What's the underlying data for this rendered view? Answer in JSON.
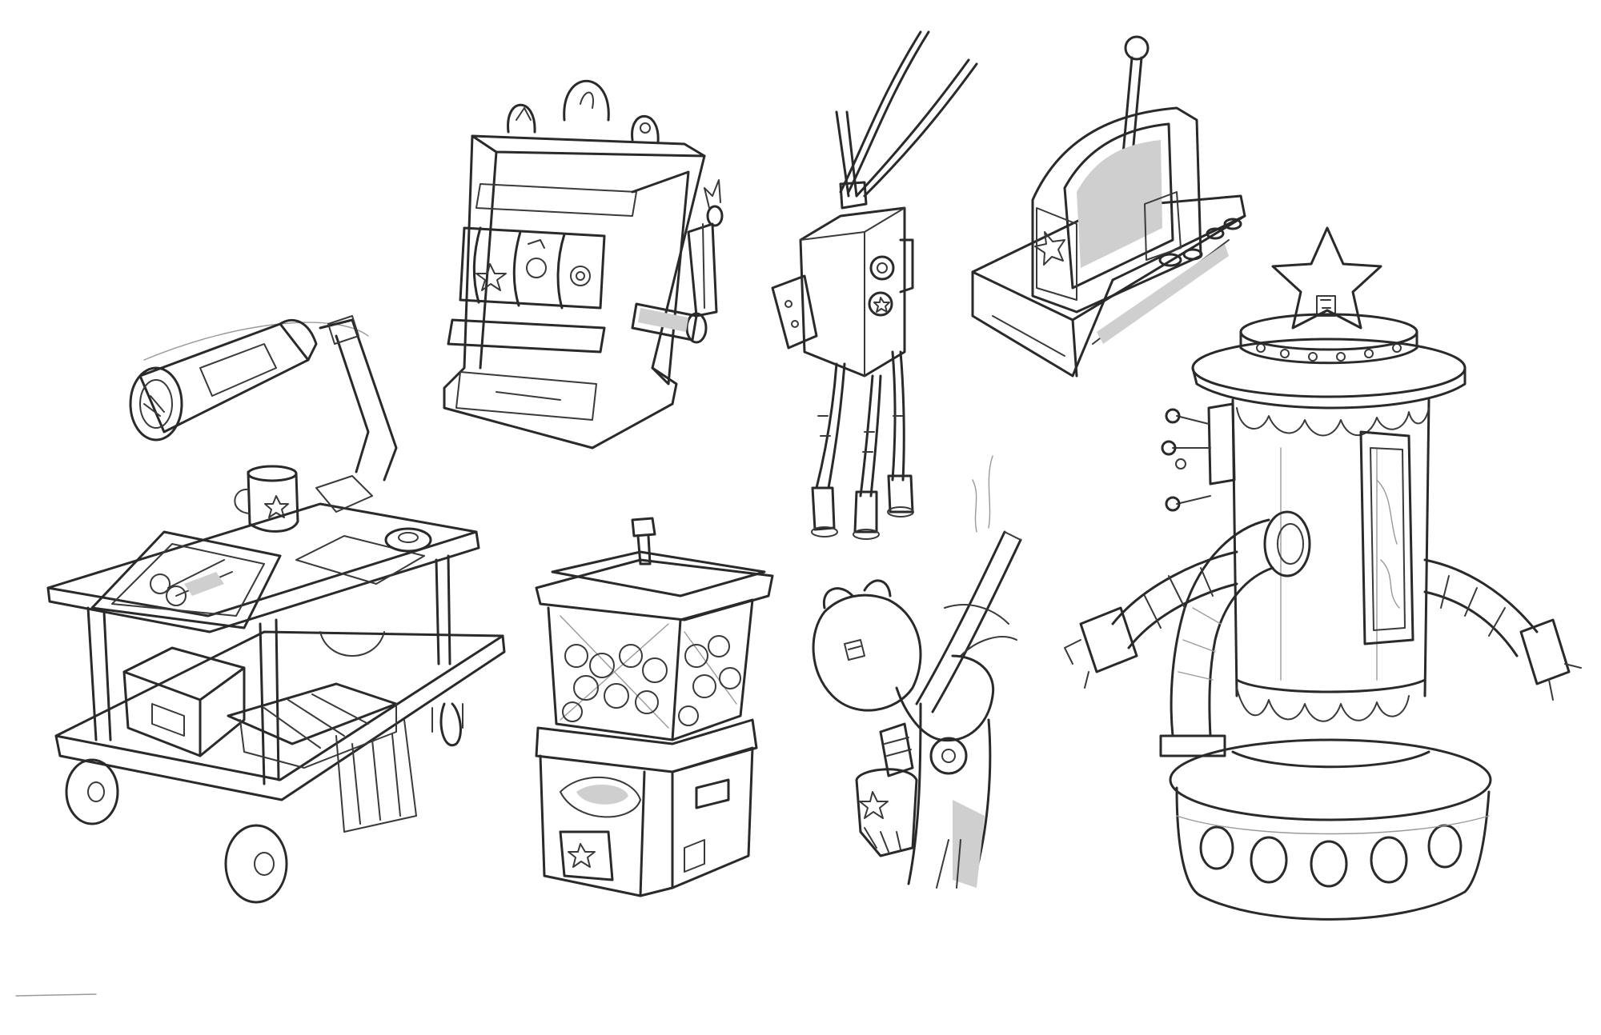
{
  "sheet": {
    "background": "#ffffff",
    "ink_color": "#2a2a2a",
    "style": "pencil sketch"
  },
  "props": [
    {
      "id": "workbench-cart",
      "icon": "cart-icon"
    },
    {
      "id": "slot-machine",
      "icon": "slot-machine-icon"
    },
    {
      "id": "walking-robot",
      "icon": "robot-icon"
    },
    {
      "id": "lever-console",
      "icon": "lever-icon"
    },
    {
      "id": "gumball-machine",
      "icon": "gumball-icon"
    },
    {
      "id": "teddy-bear-toy",
      "icon": "teddy-bear-icon"
    },
    {
      "id": "star-boiler-robot",
      "icon": "boiler-icon"
    }
  ]
}
